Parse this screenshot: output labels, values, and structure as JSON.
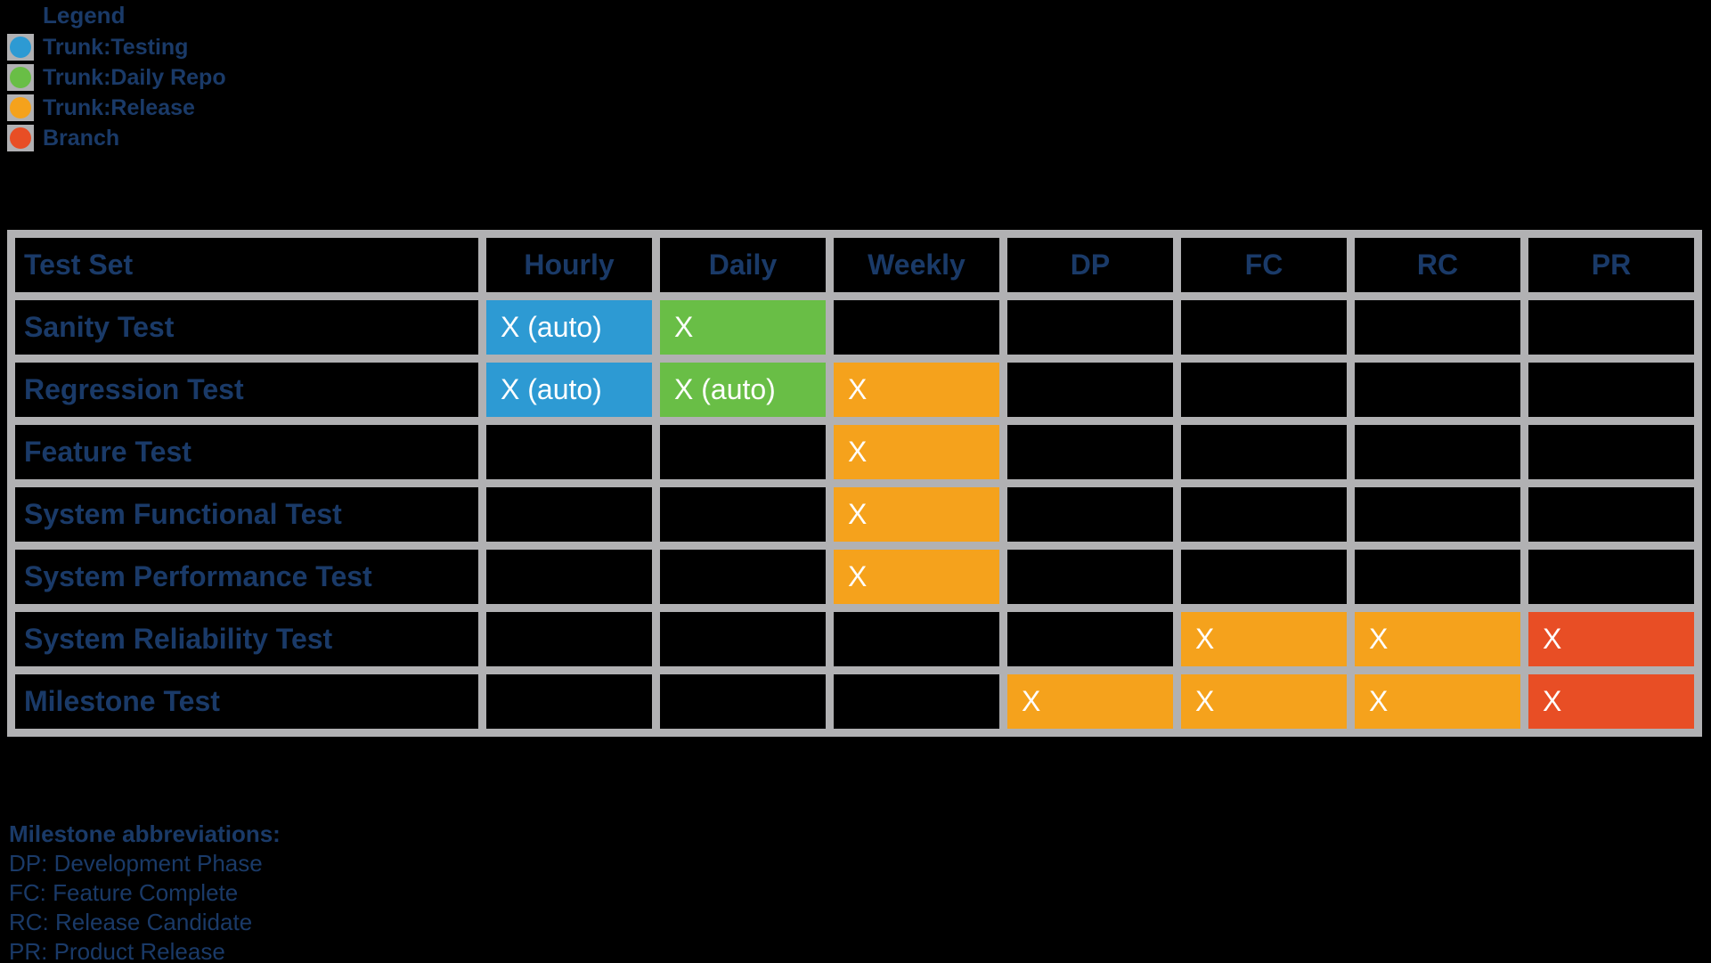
{
  "colors": {
    "background": "#000000",
    "grid_gray": "#b1b1b3",
    "navy_text": "#1a3a68",
    "cell_text_white": "#ffffff",
    "blue": "#2d9ad3",
    "green": "#69be46",
    "orange": "#f5a21c",
    "red": "#e84e25"
  },
  "legend": {
    "title": "Legend",
    "items": [
      {
        "label": "Trunk:Testing",
        "color": "#2d9ad3",
        "icon": "circle-swatch"
      },
      {
        "label": "Trunk:Daily Repo",
        "color": "#69be46",
        "icon": "circle-swatch"
      },
      {
        "label": "Trunk:Release",
        "color": "#f5a21c",
        "icon": "circle-swatch"
      },
      {
        "label": "Branch",
        "color": "#e84e25",
        "icon": "circle-swatch"
      }
    ]
  },
  "table": {
    "columns": [
      "Test Set",
      "Hourly",
      "Daily",
      "Weekly",
      "DP",
      "FC",
      "RC",
      "PR"
    ],
    "rows": [
      {
        "label": "Sanity Test",
        "cells": [
          {
            "text": "X (auto)",
            "color": "blue"
          },
          {
            "text": "X",
            "color": "green"
          },
          null,
          null,
          null,
          null,
          null
        ]
      },
      {
        "label": "Regression Test",
        "cells": [
          {
            "text": "X (auto)",
            "color": "blue"
          },
          {
            "text": "X (auto)",
            "color": "green"
          },
          {
            "text": "X",
            "color": "orange"
          },
          null,
          null,
          null,
          null
        ]
      },
      {
        "label": "Feature Test",
        "cells": [
          null,
          null,
          {
            "text": "X",
            "color": "orange"
          },
          null,
          null,
          null,
          null
        ]
      },
      {
        "label": "System Functional Test",
        "cells": [
          null,
          null,
          {
            "text": "X",
            "color": "orange"
          },
          null,
          null,
          null,
          null
        ]
      },
      {
        "label": "System Performance Test",
        "cells": [
          null,
          null,
          {
            "text": "X",
            "color": "orange"
          },
          null,
          null,
          null,
          null
        ]
      },
      {
        "label": "System Reliability Test",
        "cells": [
          null,
          null,
          null,
          null,
          {
            "text": "X",
            "color": "orange"
          },
          {
            "text": "X",
            "color": "orange"
          },
          {
            "text": "X",
            "color": "red"
          }
        ]
      },
      {
        "label": "Milestone Test",
        "cells": [
          null,
          null,
          null,
          {
            "text": "X",
            "color": "orange"
          },
          {
            "text": "X",
            "color": "orange"
          },
          {
            "text": "X",
            "color": "orange"
          },
          {
            "text": "X",
            "color": "red"
          }
        ]
      }
    ]
  },
  "abbreviations": {
    "title": "Milestone abbreviations:",
    "lines": [
      "DP: Development Phase",
      "FC: Feature Complete",
      "RC: Release Candidate",
      "PR: Product Release"
    ]
  }
}
